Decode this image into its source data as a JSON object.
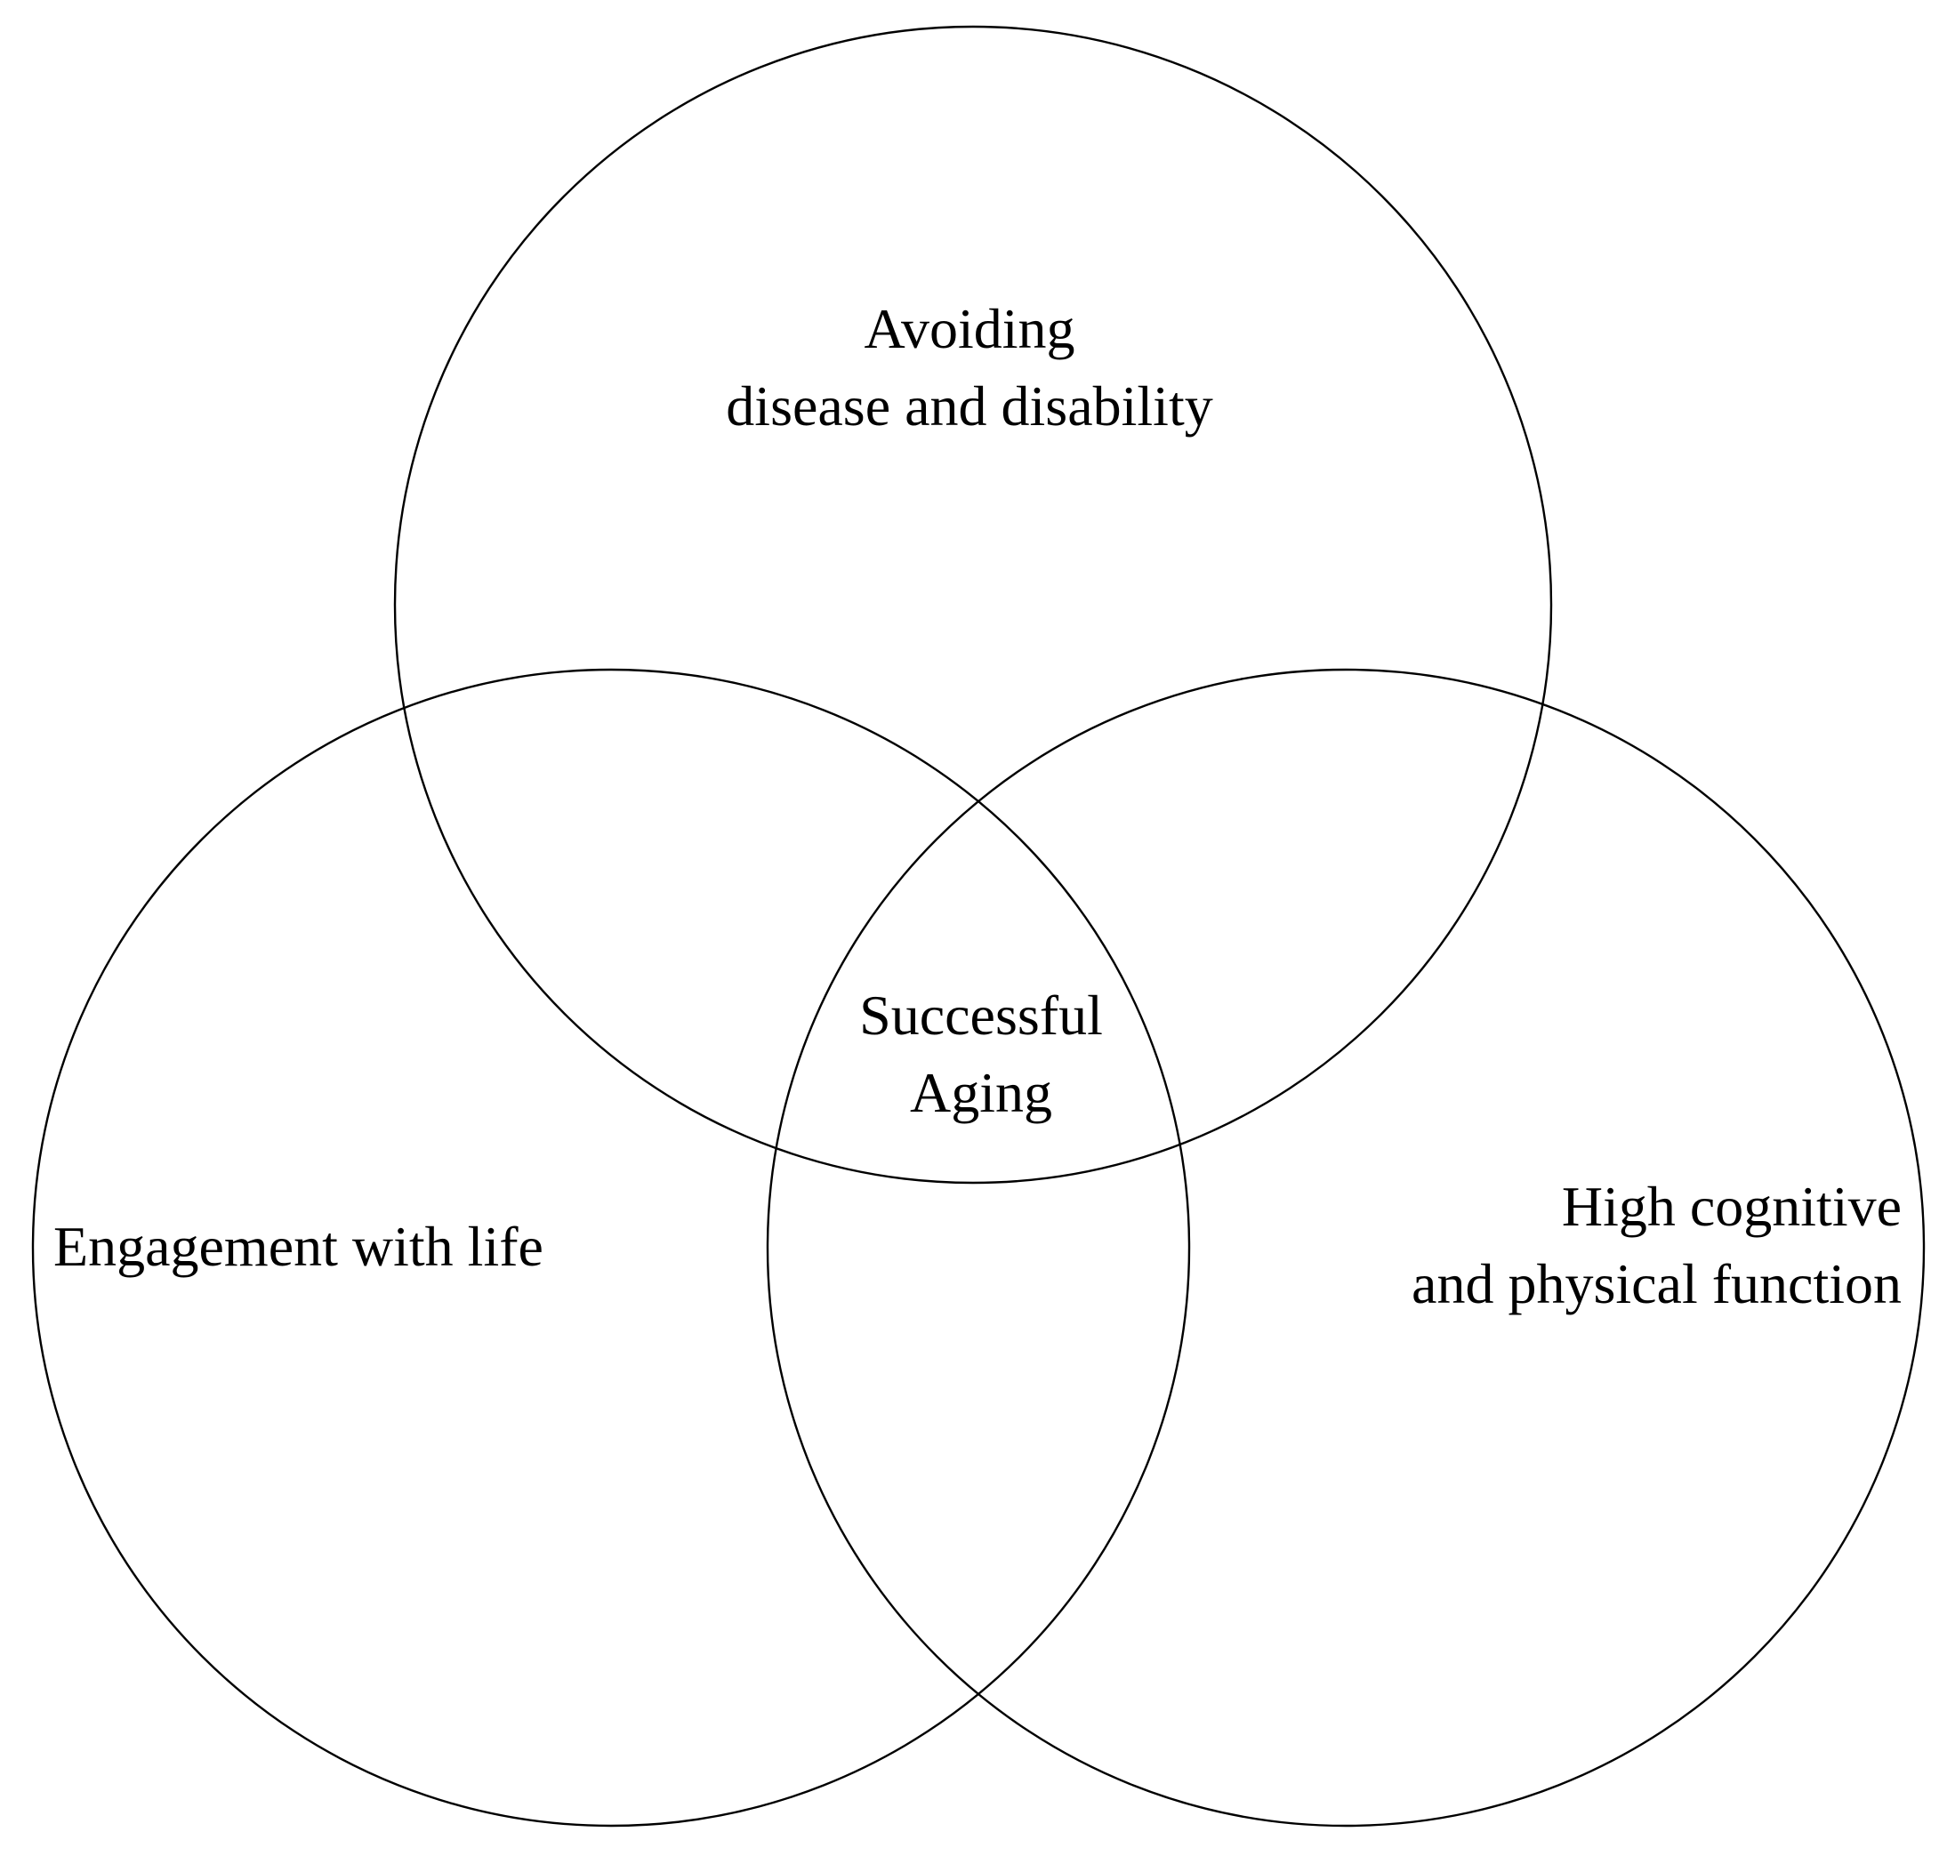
{
  "venn": {
    "top_circle_label": [
      "Avoiding",
      "disease and disability"
    ],
    "left_circle_label": [
      "Engagement with life"
    ],
    "right_circle_label": [
      "High cognitive",
      "and physical function"
    ],
    "center_label": [
      "Successful",
      "Aging"
    ]
  }
}
